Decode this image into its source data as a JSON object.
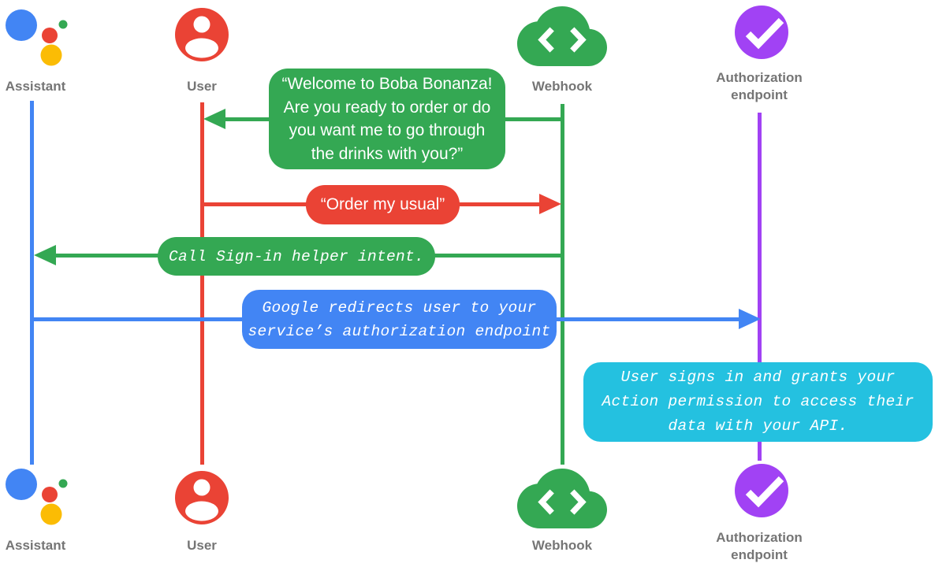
{
  "actors": [
    {
      "id": "assistant",
      "label": "Assistant",
      "color": "#4285F4",
      "icon": "google-assistant-logo-icon"
    },
    {
      "id": "user",
      "label": "User",
      "color": "#EA4335",
      "icon": "person-circle-icon"
    },
    {
      "id": "webhook",
      "label": "Webhook",
      "color": "#34A853",
      "icon": "cloud-code-icon"
    },
    {
      "id": "authorization-endpoint",
      "label": "Authorization endpoint",
      "color": "#A142F4",
      "icon": "checkmark-circle-icon"
    }
  ],
  "messages": [
    {
      "from": "webhook",
      "to": "user",
      "kind": "speech-bubble",
      "color": "#34A853",
      "text": "“Welcome to Boba Bonanza! Are you ready to order or do you want me to go through the drinks with you?”",
      "lines": [
        "“Welcome to Boba Bonanza!",
        "Are you ready to order or do",
        "you want me to go through",
        "the drinks with you?”"
      ]
    },
    {
      "from": "user",
      "to": "webhook",
      "kind": "speech-bubble",
      "color": "#EA4335",
      "text": "“Order my usual”",
      "lines": [
        "“Order my usual”"
      ]
    },
    {
      "from": "webhook",
      "to": "assistant",
      "kind": "code-label",
      "color": "#34A853",
      "text": "Call Sign-in helper intent.",
      "lines": [
        "Call Sign-in helper intent."
      ]
    },
    {
      "from": "assistant",
      "to": "authorization-endpoint",
      "kind": "code-label",
      "color": "#4285F4",
      "text": "Google redirects user to your service’s authorization endpoint",
      "lines": [
        "Google redirects user to your",
        "service’s authorization endpoint"
      ]
    }
  ],
  "note": {
    "at": "authorization-endpoint",
    "kind": "code-note",
    "color": "#24C1E0",
    "text": "User signs in and grants your Action permission to access their data with your API.",
    "lines": [
      "User signs in and grants your",
      "Action permission to access their",
      "data with your API."
    ]
  },
  "palette": {
    "assistant_blue": "#4285F4",
    "user_red": "#EA4335",
    "webhook_green": "#34A853",
    "authorization_purple": "#A142F4",
    "note_cyan": "#24C1E0",
    "logo_yellow": "#FBBC04",
    "logo_green": "#34A853",
    "label_gray": "#757575"
  }
}
